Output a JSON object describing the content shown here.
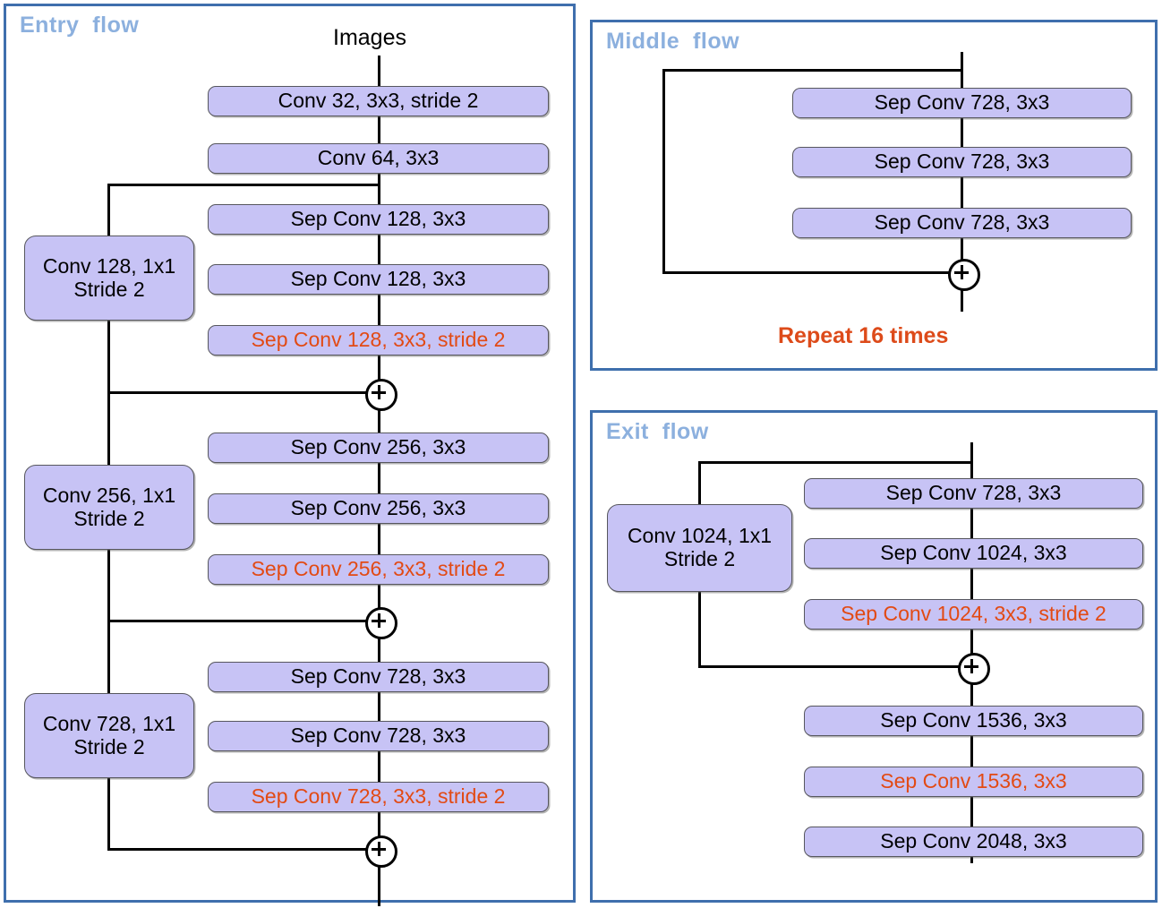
{
  "figure": {
    "title": "Xception architecture flow diagram",
    "accent_panel_border": "#3f6fad",
    "panel_title_color": "#8cb0de",
    "node_fill": "#c7c3f5",
    "node_border": "#57575e",
    "stride_text_color": "#e24a14",
    "repeat_text_color": "#dd4b1a",
    "default_text_color": "#000000"
  },
  "entry_flow": {
    "title": "Entry  flow",
    "input_label": "Images",
    "main_nodes": [
      {
        "label": "Conv 32, 3x3, stride 2",
        "stride": true,
        "highlight": false
      },
      {
        "label": "Conv 64, 3x3",
        "stride": false,
        "highlight": false
      },
      {
        "label": "Sep Conv 128, 3x3",
        "stride": false,
        "highlight": false
      },
      {
        "label": "Sep Conv 128, 3x3",
        "stride": false,
        "highlight": false
      },
      {
        "label": "Sep Conv 128, 3x3, stride 2",
        "stride": true,
        "highlight": true
      },
      {
        "label": "Sep Conv 256, 3x3",
        "stride": false,
        "highlight": false
      },
      {
        "label": "Sep Conv 256, 3x3",
        "stride": false,
        "highlight": false
      },
      {
        "label": "Sep Conv 256, 3x3, stride 2",
        "stride": true,
        "highlight": true
      },
      {
        "label": "Sep Conv 728, 3x3",
        "stride": false,
        "highlight": false
      },
      {
        "label": "Sep Conv 728, 3x3",
        "stride": false,
        "highlight": false
      },
      {
        "label": "Sep Conv 728, 3x3, stride 2",
        "stride": true,
        "highlight": true
      }
    ],
    "skip_nodes": [
      {
        "label": "Conv 128, 1x1\nStride 2"
      },
      {
        "label": "Conv 256, 1x1\nStride 2"
      },
      {
        "label": "Conv 728, 1x1\nStride 2"
      }
    ],
    "adders": [
      "plus",
      "plus",
      "plus"
    ]
  },
  "middle_flow": {
    "title": "Middle  flow",
    "main_nodes": [
      {
        "label": "Sep Conv 728, 3x3"
      },
      {
        "label": "Sep Conv 728, 3x3"
      },
      {
        "label": "Sep Conv 728, 3x3"
      }
    ],
    "adders": [
      "plus"
    ],
    "repeat_label": "Repeat 16 times"
  },
  "exit_flow": {
    "title": "Exit  flow",
    "skip_nodes": [
      {
        "label": "Conv 1024, 1x1\nStride 2"
      }
    ],
    "main_nodes": [
      {
        "label": "Sep Conv 728, 3x3",
        "stride": false
      },
      {
        "label": "Sep Conv 1024, 3x3",
        "stride": false
      },
      {
        "label": "Sep Conv 1024, 3x3, stride 2",
        "stride": true
      },
      {
        "label": "Sep Conv 1536, 3x3",
        "stride": false
      },
      {
        "label": "Sep Conv 1536, 3x3",
        "stride": true
      },
      {
        "label": "Sep Conv 2048, 3x3",
        "stride": false
      }
    ],
    "adders": [
      "plus"
    ]
  }
}
